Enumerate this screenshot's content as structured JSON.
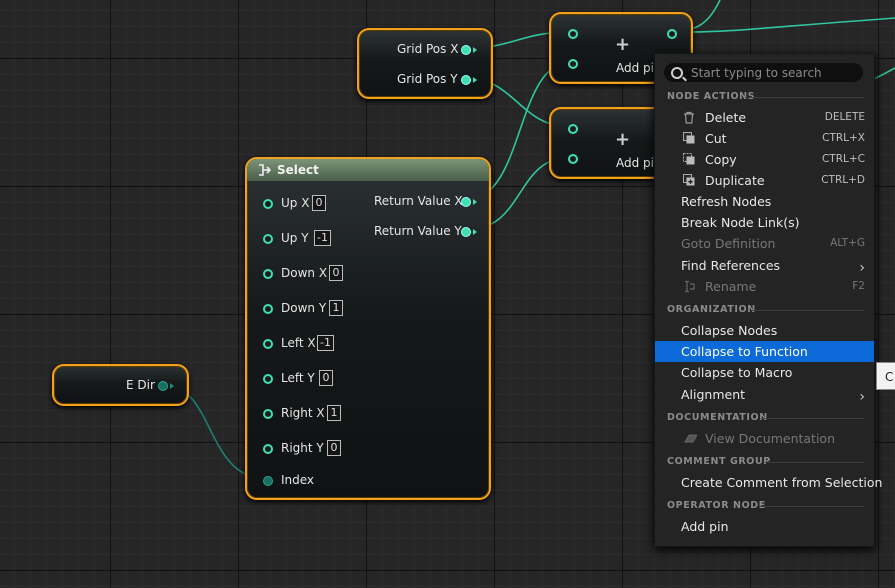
{
  "nodes": {
    "grid_pos": {
      "pin_x": "Grid Pos X",
      "pin_y": "Grid Pos Y"
    },
    "add_top": {
      "label": "Add pin"
    },
    "add_bottom": {
      "label": "Add pin"
    },
    "select": {
      "title": "Select",
      "inputs": [
        {
          "label": "Up X",
          "value": "0"
        },
        {
          "label": "Up Y",
          "value": "-1"
        },
        {
          "label": "Down X",
          "value": "0"
        },
        {
          "label": "Down Y",
          "value": "1"
        },
        {
          "label": "Left X",
          "value": "-1"
        },
        {
          "label": "Left Y",
          "value": "0"
        },
        {
          "label": "Right X",
          "value": "1"
        },
        {
          "label": "Right Y",
          "value": "0"
        }
      ],
      "index_label": "Index",
      "outputs": [
        "Return Value X",
        "Return Value Y"
      ]
    },
    "e_dir": {
      "label": "E Dir"
    }
  },
  "context_menu": {
    "search_placeholder": "Start typing to search",
    "sections": {
      "node_actions": "NODE ACTIONS",
      "organization": "ORGANIZATION",
      "documentation": "DOCUMENTATION",
      "comment_group": "COMMENT GROUP",
      "operator_node": "OPERATOR NODE"
    },
    "items": {
      "delete": {
        "label": "Delete",
        "shortcut": "DELETE"
      },
      "cut": {
        "label": "Cut",
        "shortcut": "CTRL+X"
      },
      "copy": {
        "label": "Copy",
        "shortcut": "CTRL+C"
      },
      "duplicate": {
        "label": "Duplicate",
        "shortcut": "CTRL+D"
      },
      "refresh_nodes": {
        "label": "Refresh Nodes"
      },
      "break_links": {
        "label": "Break Node Link(s)"
      },
      "goto_definition": {
        "label": "Goto Definition",
        "shortcut": "ALT+G"
      },
      "find_references": {
        "label": "Find References"
      },
      "rename": {
        "label": "Rename",
        "shortcut": "F2"
      },
      "collapse_nodes": {
        "label": "Collapse Nodes"
      },
      "collapse_function": {
        "label": "Collapse to Function"
      },
      "collapse_macro": {
        "label": "Collapse to Macro"
      },
      "alignment": {
        "label": "Alignment"
      },
      "view_documentation": {
        "label": "View Documentation"
      },
      "create_comment": {
        "label": "Create Comment from Selection"
      },
      "add_pin": {
        "label": "Add pin"
      }
    },
    "tooltip_text": "C"
  },
  "colors": {
    "selection_border": "#f0a21a",
    "pin_color": "#3fe0b0",
    "highlight": "#0c6ad8",
    "menu_bg": "#242424"
  }
}
